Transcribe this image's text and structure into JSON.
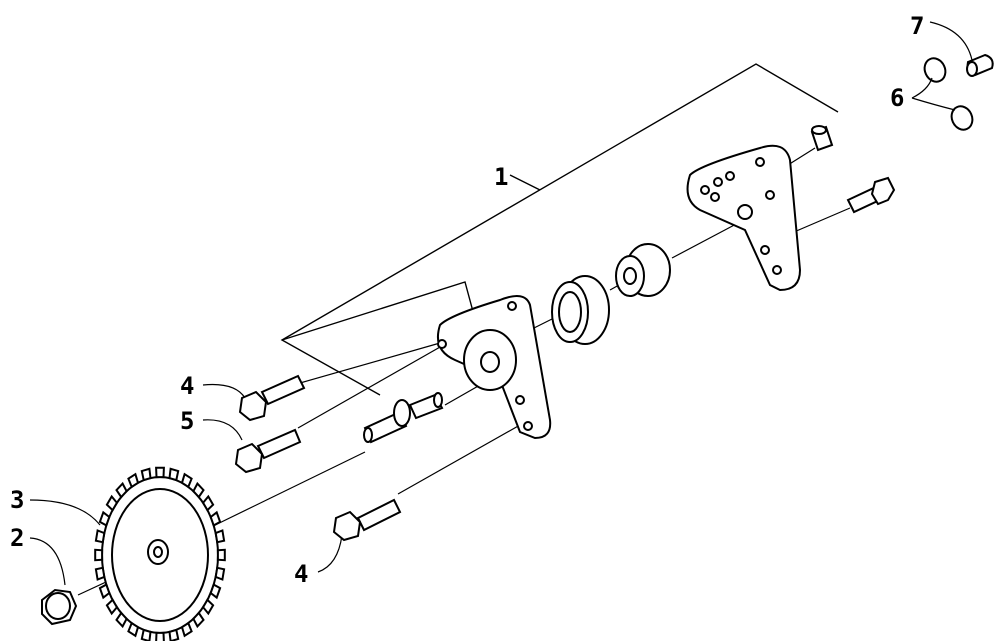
{
  "callouts": {
    "c1": "1",
    "c2": "2",
    "c3": "3",
    "c4a": "4",
    "c4b": "4",
    "c5": "5",
    "c6": "6",
    "c7": "7"
  },
  "colors": {
    "ink": "#000000",
    "background": "#ffffff"
  }
}
